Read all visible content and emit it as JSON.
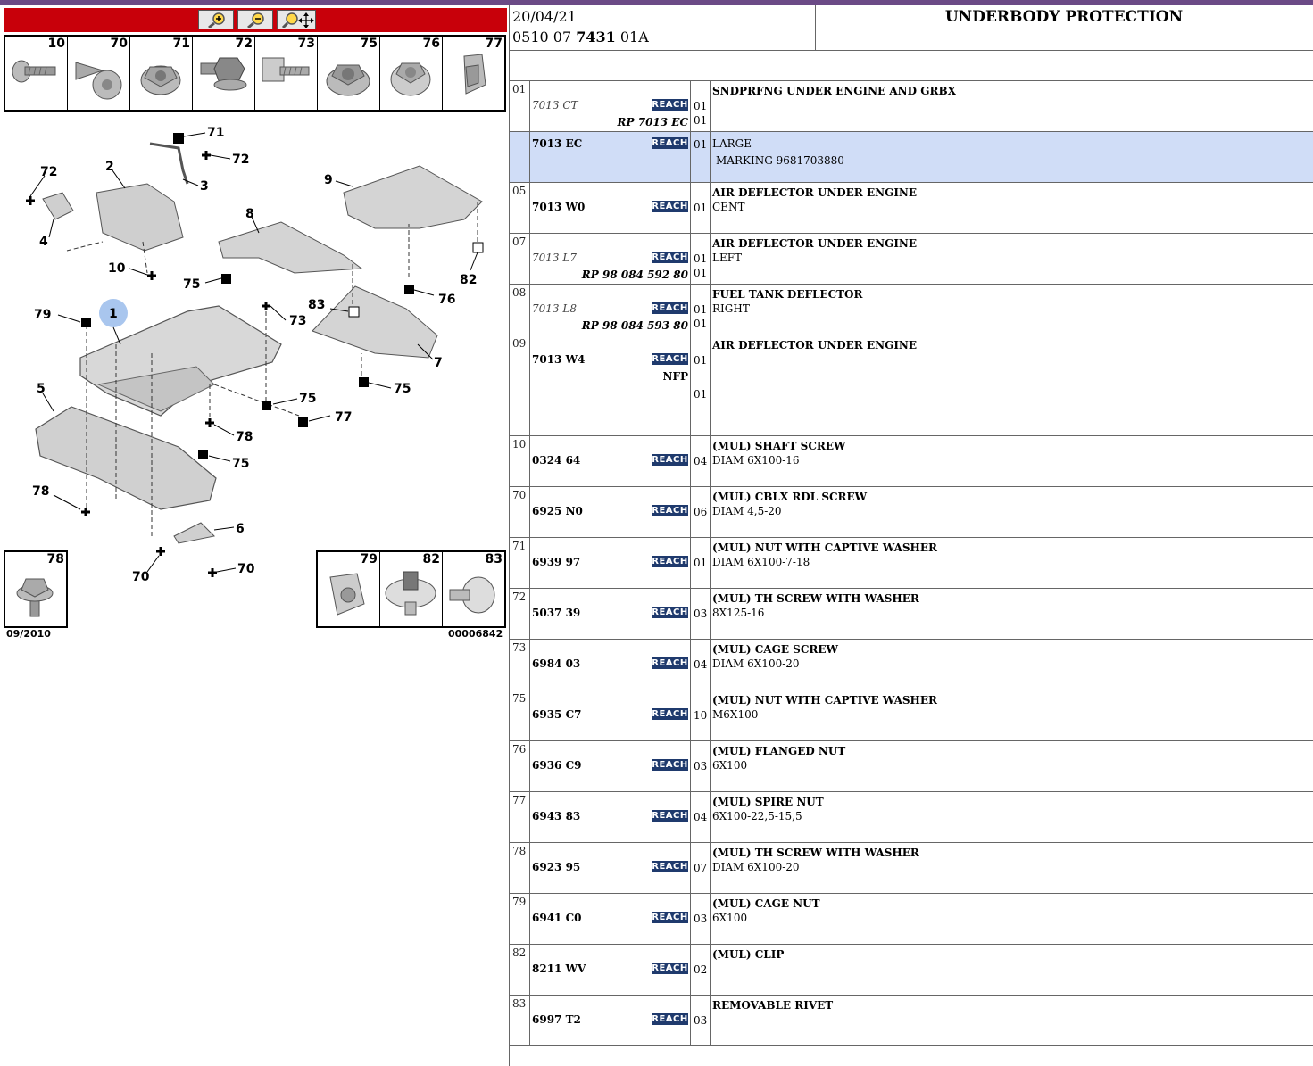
{
  "toolbar": {
    "zoom_in": "zoom-in",
    "zoom_out": "zoom-out",
    "pan": "zoom-pan"
  },
  "thumbs_top": [
    "10",
    "70",
    "71",
    "72",
    "73",
    "75",
    "76",
    "77"
  ],
  "thumbs_bottom": [
    "78",
    "79",
    "82",
    "83"
  ],
  "diagram": {
    "callouts": [
      "71",
      "72",
      "3",
      "72",
      "2",
      "9",
      "4",
      "8",
      "10",
      "75",
      "82",
      "76",
      "83",
      "79",
      "1",
      "73",
      "7",
      "5",
      "75",
      "75",
      "77",
      "78",
      "75",
      "78",
      "6",
      "70",
      "70"
    ],
    "date_code": "09/2010",
    "image_ref": "00006842"
  },
  "header": {
    "date": "20/04/21",
    "ref_prefix": "0510 07 ",
    "ref_bold": "7431",
    "ref_suffix": " 01A",
    "title": "UNDERBODY PROTECTION"
  },
  "reach_label": "REACH",
  "rows": [
    {
      "pos": "01",
      "ref": "7013 CT",
      "ref_italic": true,
      "rp": "RP 7013 EC",
      "qty": "01",
      "qty2": "01",
      "d1": "SNDPRFNG UNDER ENGINE AND GRBX",
      "d2": ""
    },
    {
      "pos": "",
      "ref": "7013 EC",
      "ref_italic": false,
      "qty": "01",
      "d1": "",
      "d2": "LARGE",
      "d3": "MARKING 9681703880"
    },
    {
      "pos": "05",
      "ref": "7013 W0",
      "ref_italic": false,
      "qty": "01",
      "d1": "AIR DEFLECTOR UNDER ENGINE",
      "d2": "CENT"
    },
    {
      "pos": "07",
      "ref": "7013 L7",
      "ref_italic": true,
      "rp": "RP 98 084 592 80",
      "qty": "01",
      "qty2": "01",
      "d1": "AIR DEFLECTOR UNDER ENGINE",
      "d2": "LEFT"
    },
    {
      "pos": "08",
      "ref": "7013 L8",
      "ref_italic": true,
      "rp": "RP 98 084 593 80",
      "qty": "01",
      "qty2": "01",
      "d1": "FUEL TANK DEFLECTOR",
      "d2": "RIGHT"
    },
    {
      "pos": "09",
      "ref": "7013 W4",
      "ref_italic": false,
      "nfp": "NFP",
      "qty": "01",
      "qty2": "01",
      "d1": "AIR DEFLECTOR UNDER ENGINE",
      "d2": ""
    },
    {
      "pos": "10",
      "ref": "0324 64",
      "qty": "04",
      "d1": "(MUL) SHAFT SCREW",
      "d2": "DIAM 6X100-16"
    },
    {
      "pos": "70",
      "ref": "6925 N0",
      "qty": "06",
      "d1": "(MUL) CBLX RDL SCREW",
      "d2": "DIAM 4,5-20"
    },
    {
      "pos": "71",
      "ref": "6939 97",
      "qty": "01",
      "d1": "(MUL) NUT WITH CAPTIVE WASHER",
      "d2": "DIAM 6X100-7-18"
    },
    {
      "pos": "72",
      "ref": "5037 39",
      "qty": "03",
      "d1": "(MUL) TH SCREW WITH WASHER",
      "d2": "8X125-16"
    },
    {
      "pos": "73",
      "ref": "6984 03",
      "qty": "04",
      "d1": "(MUL) CAGE SCREW",
      "d2": "DIAM 6X100-20"
    },
    {
      "pos": "75",
      "ref": "6935 C7",
      "qty": "10",
      "d1": "(MUL) NUT WITH CAPTIVE WASHER",
      "d2": "M6X100"
    },
    {
      "pos": "76",
      "ref": "6936 C9",
      "qty": "03",
      "d1": "(MUL) FLANGED NUT",
      "d2": "6X100"
    },
    {
      "pos": "77",
      "ref": "6943 83",
      "qty": "04",
      "d1": "(MUL) SPIRE NUT",
      "d2": "6X100-22,5-15,5"
    },
    {
      "pos": "78",
      "ref": "6923 95",
      "qty": "07",
      "d1": "(MUL) TH SCREW WITH WASHER",
      "d2": "DIAM 6X100-20"
    },
    {
      "pos": "79",
      "ref": "6941 C0",
      "qty": "03",
      "d1": "(MUL) CAGE NUT",
      "d2": "6X100"
    },
    {
      "pos": "82",
      "ref": "8211 WV",
      "qty": "02",
      "d1": "(MUL) CLIP",
      "d2": ""
    },
    {
      "pos": "83",
      "ref": "6997 T2",
      "qty": "03",
      "d1": "REMOVABLE RIVET",
      "d2": ""
    }
  ]
}
